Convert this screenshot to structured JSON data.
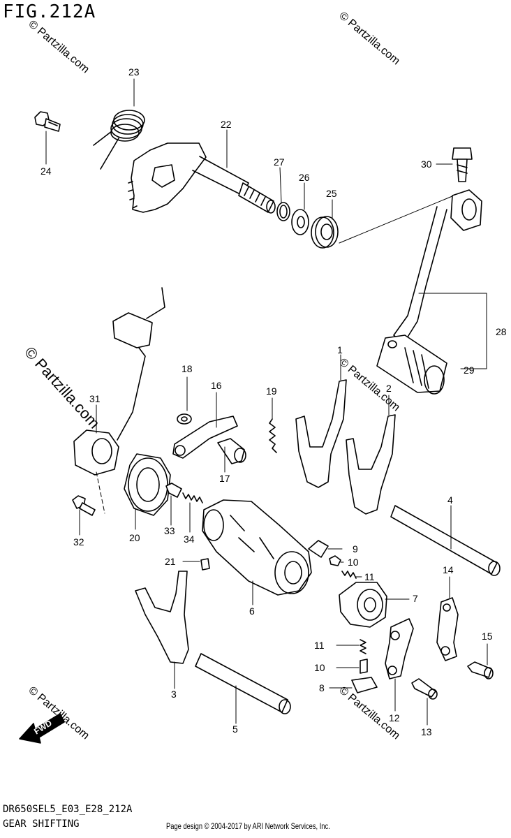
{
  "figure": {
    "title": "FIG.212A",
    "model_code": "DR650SEL5_E03_E28_212A",
    "section_name": "GEAR SHIFTING",
    "credit": "Page design © 2004-2017 by ARI Network Services, Inc.",
    "fwd_label": "FWD",
    "watermark": "© Partzilla.com"
  },
  "callouts": {
    "c1": "1",
    "c2": "2",
    "c3": "3",
    "c4": "4",
    "c5": "5",
    "c6": "6",
    "c7": "7",
    "c8": "8",
    "c9": "9",
    "c10a": "10",
    "c10b": "10",
    "c11a": "11",
    "c11b": "11",
    "c12": "12",
    "c13": "13",
    "c14": "14",
    "c15": "15",
    "c16": "16",
    "c17": "17",
    "c18": "18",
    "c19": "19",
    "c20": "20",
    "c21": "21",
    "c22": "22",
    "c23": "23",
    "c24": "24",
    "c25": "25",
    "c26": "26",
    "c27": "27",
    "c28": "28",
    "c29": "29",
    "c30": "30",
    "c31": "31",
    "c32": "32",
    "c33": "33",
    "c34": "34"
  },
  "colors": {
    "ink": "#000000",
    "watermark": "#cfcfcf",
    "background": "#ffffff"
  }
}
